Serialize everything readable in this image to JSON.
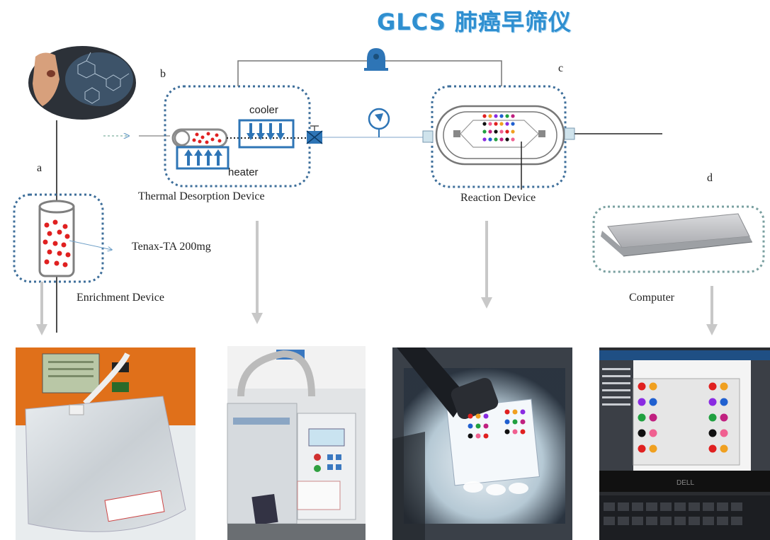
{
  "title": "GLCS 肺癌早筛仪",
  "labels": {
    "a": "a",
    "b": "b",
    "c": "c",
    "d": "d",
    "cooler": "cooler",
    "heater": "heater",
    "thermal": "Thermal Desorption Device",
    "reaction": "Reaction Device",
    "tenax": "Tenax-TA 200mg",
    "enrichment": "Enrichment Device",
    "computer": "Computer"
  },
  "colors": {
    "box_border": "#3d6e9a",
    "accent_blue": "#2e75b6",
    "red_dot": "#e02020",
    "title_blue": "#2f8fd0",
    "arrow_gray": "#c8c8c8"
  },
  "photos": [
    "gas-sampling-bag-photo",
    "thermal-desorption-instrument-photo",
    "reaction-chip-camera-photo",
    "computer-monitor-photo"
  ]
}
